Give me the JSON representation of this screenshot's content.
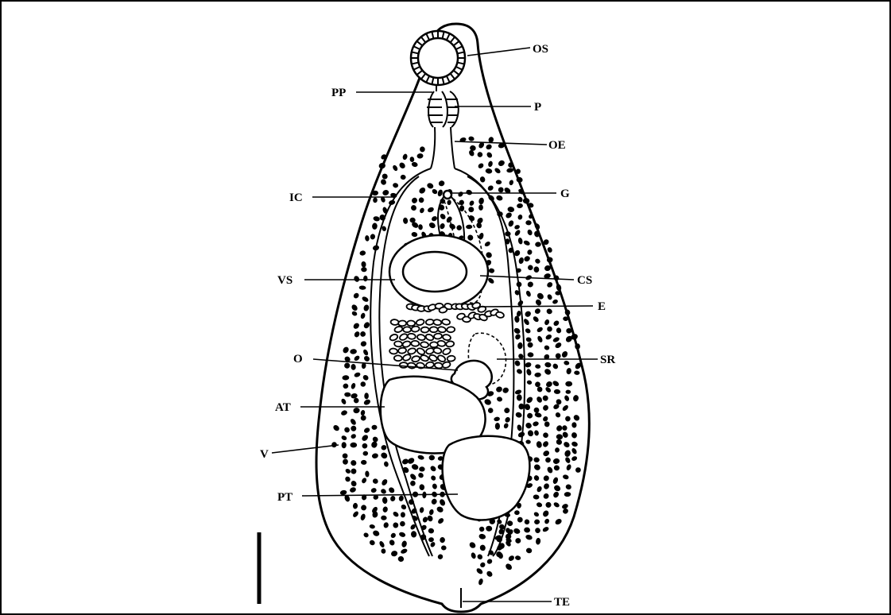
{
  "labels": {
    "os": "OS",
    "pp": "PP",
    "p": "P",
    "oe": "OE",
    "ic": "IC",
    "g": "G",
    "vs": "VS",
    "cs": "CS",
    "e": "E",
    "o": "O",
    "sr": "SR",
    "at": "AT",
    "v": "V",
    "pt": "PT",
    "te": "TE"
  },
  "colors": {
    "ink": "#000000",
    "background": "#ffffff"
  }
}
